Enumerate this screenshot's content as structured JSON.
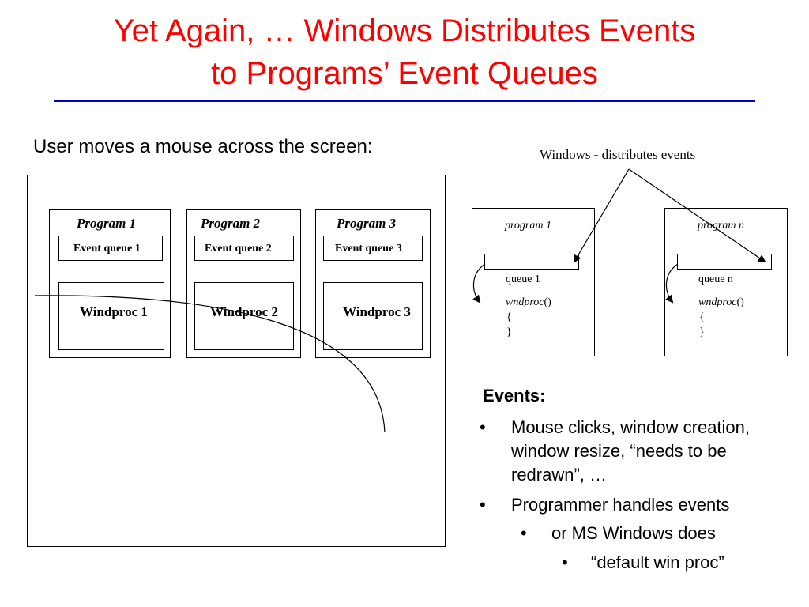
{
  "slide": {
    "title_line1": "Yet Again, … Windows Distributes Events",
    "title_line2": "to Programs’ Event Queues",
    "colors": {
      "title": "#ff0000",
      "rule": "#0000cc",
      "text": "#000000"
    },
    "subtitle": "User moves a mouse across the screen:"
  },
  "left_diagram": {
    "programs": [
      {
        "label": "Program 1",
        "queue": "Event queue 1",
        "windproc": "Windproc 1"
      },
      {
        "label": "Program 2",
        "queue": "Event queue 2",
        "windproc": "Windproc 2"
      },
      {
        "label": "Program 3",
        "queue": "Event queue 3",
        "windproc": "Windproc 3"
      }
    ]
  },
  "right_diagram": {
    "windows_label": "Windows - distributes events",
    "panels": [
      {
        "name": "program 1",
        "queue": "queue 1",
        "proc": "wndproc",
        "proc_suffix": "()",
        "open_brace": "{",
        "close_brace": "}"
      },
      {
        "name": "program n",
        "queue": "queue n",
        "proc": "wndproc",
        "proc_suffix": "()",
        "open_brace": "{",
        "close_brace": "}"
      }
    ]
  },
  "events": {
    "heading": "Events:",
    "bullets": [
      {
        "level": 1,
        "marker": "•",
        "text_line1": "Mouse clicks, window creation,",
        "text_line2": "window resize, “needs to be",
        "text_line3": "redrawn”, …"
      },
      {
        "level": 1,
        "marker": "•",
        "text_line1": "Programmer handles events"
      },
      {
        "level": 2,
        "marker": "•",
        "text_line1": "or MS Windows does"
      },
      {
        "level": 3,
        "marker": "•",
        "text_line1": "“default win proc”"
      }
    ]
  }
}
